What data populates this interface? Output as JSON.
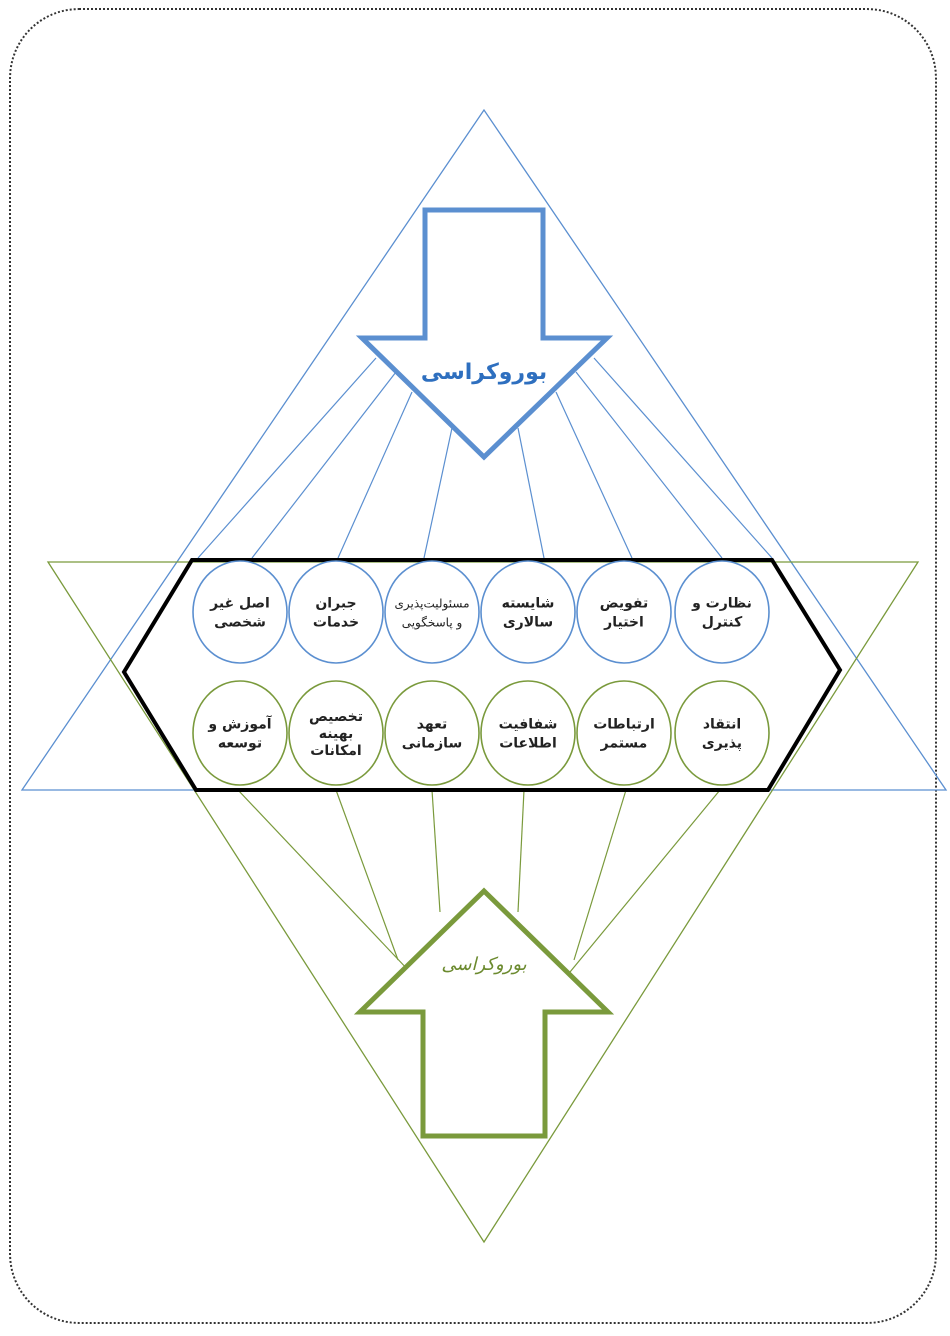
{
  "colors": {
    "blue": "#5b8fd0",
    "blue_text": "#2e6fbf",
    "green": "#7a9a3c",
    "green_text": "#6b8a2e",
    "hexagon": "#000000",
    "frame": "#333333"
  },
  "top_arrow": {
    "label": "بوروکراسی"
  },
  "bottom_arrow": {
    "label": "بوروکراسی"
  },
  "top_row": [
    {
      "line1": "نظارت و",
      "line2": "کنترل"
    },
    {
      "line1": "تفویض",
      "line2": "اختیار"
    },
    {
      "line1": "شایسته",
      "line2": "سالاری"
    },
    {
      "line1": "مسئولیت‌پذیری",
      "line2": "و پاسخگویی"
    },
    {
      "line1": "جبران",
      "line2": "خدمات"
    },
    {
      "line1": "اصل غیر",
      "line2": "شخصی"
    }
  ],
  "bottom_row": [
    {
      "line1": "انتقاد",
      "line2": "پذیری"
    },
    {
      "line1": "ارتباطات",
      "line2": "مستمر"
    },
    {
      "line1": "شفافیت",
      "line2": "اطلاعات"
    },
    {
      "line1": "تعهد",
      "line2": "سازمانی"
    },
    {
      "line1": "تخصیص",
      "line2": "بهینه",
      "line3": "امکانات"
    },
    {
      "line1": "آموزش و",
      "line2": "توسعه"
    }
  ]
}
